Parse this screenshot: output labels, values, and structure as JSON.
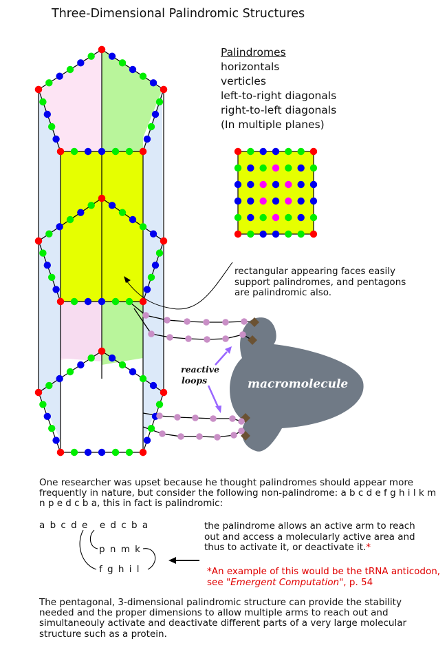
{
  "title": "Three-Dimensional Palindromic Structures",
  "palindromes": {
    "heading": "Palindromes",
    "items": [
      "horizontals",
      "verticles",
      "left-to-right diagonals",
      "right-to-left diagonals",
      "(In multiple planes)"
    ]
  },
  "callout": "rectangular appearing faces easily support palindromes, and pentagons are palindromic also.",
  "labels": {
    "reactive": "reactive",
    "loops": "loops",
    "macromolecule": "macromolecule"
  },
  "para1": "One researcher was upset because he thought palindromes should appear more frequently in nature, but consider the following non-palindrome: a b c d e f g h i l k m n p e d c b a,  this in fact is palindromic:",
  "sequence": {
    "left": "a b c d e",
    "right": "e d c b a",
    "middle": "p n m k",
    "lower": "f g h i l"
  },
  "arm_text": "the palindrome allows an active arm to reach out and access a molecularly active area and thus to activate it, or deactivate it.",
  "star": "*",
  "note": {
    "prefix": "*An example of this would be the tRNA anticodon, see ",
    "title": "\"Emergent Computation\"",
    "suffix": ", p. 54"
  },
  "para2": "The pentagonal, 3-dimensional palindromic structure can provide the stability needed and the proper dimensions to allow multiple arms to reach out and simultaneouly activate and deactivate different parts of a very large molecular structure such as a protein.",
  "colors": {
    "red": "#ff0000",
    "green": "#00ee00",
    "blue": "#0000ee",
    "magenta": "#ff00ff",
    "yellow_face": "#e6ff00",
    "pink_face": "#fde4f4",
    "green_face": "#b9f59b",
    "blue_face": "#dce9f9",
    "macro": "#707a86",
    "bead": "#c98fc6",
    "diamond": "#6b5233",
    "arrow": "#9966ff",
    "note_red": "#e00000"
  },
  "icons": [
    "macromolecule-blob",
    "reactive-loop-arrow",
    "pointer-arrow"
  ]
}
